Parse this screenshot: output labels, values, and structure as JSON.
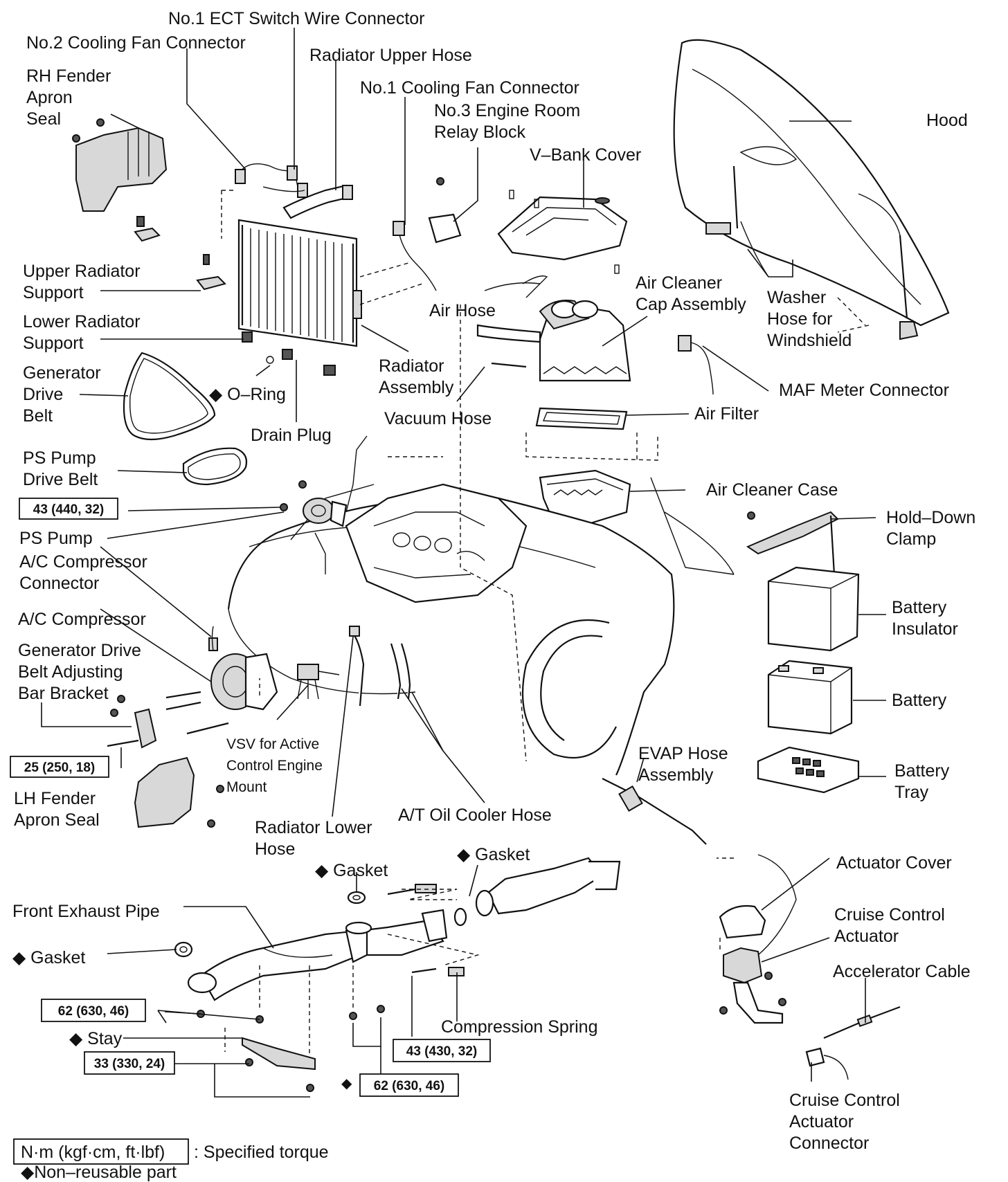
{
  "labels": {
    "ect_switch": "No.1 ECT Switch Wire Connector",
    "cooling_fan2": "No.2 Cooling Fan Connector",
    "radiator_upper_hose": "Radiator Upper Hose",
    "cooling_fan1": "No.1 Cooling Fan Connector",
    "relay_block_l1": "No.3 Engine Room",
    "relay_block_l2": "Relay Block",
    "vbank_cover": "V–Bank Cover",
    "hood": "Hood",
    "rh_fender_l1": "RH Fender",
    "rh_fender_l2": "Apron",
    "rh_fender_l3": "Seal",
    "upper_rad_support_l1": "Upper Radiator",
    "upper_rad_support_l2": "Support",
    "lower_rad_support_l1": "Lower Radiator",
    "lower_rad_support_l2": "Support",
    "gen_drive_belt_l1": "Generator",
    "gen_drive_belt_l2": "Drive",
    "gen_drive_belt_l3": "Belt",
    "o_ring": "◆ O–Ring",
    "drain_plug": "Drain Plug",
    "air_hose": "Air Hose",
    "radiator_assembly_l1": "Radiator",
    "radiator_assembly_l2": "Assembly",
    "air_cleaner_cap_l1": "Air Cleaner",
    "air_cleaner_cap_l2": "Cap Assembly",
    "washer_hose_l1": "Washer",
    "washer_hose_l2": "Hose for",
    "washer_hose_l3": "Windshield",
    "maf_connector": "MAF Meter Connector",
    "vacuum_hose": "Vacuum Hose",
    "air_filter": "Air Filter",
    "ps_pump_belt_l1": "PS Pump",
    "ps_pump_belt_l2": "Drive Belt",
    "air_cleaner_case": "Air Cleaner Case",
    "hold_down_clamp_l1": "Hold–Down",
    "hold_down_clamp_l2": "Clamp",
    "ps_pump": "PS Pump",
    "ac_comp_connector_l1": "A/C Compressor",
    "ac_comp_connector_l2": "Connector",
    "ac_compressor": "A/C Compressor",
    "battery_insulator_l1": "Battery",
    "battery_insulator_l2": "Insulator",
    "gen_bracket_l1": "Generator Drive",
    "gen_bracket_l2": "Belt Adjusting",
    "gen_bracket_l3": "Bar Bracket",
    "battery": "Battery",
    "vsv_l1": "VSV for Active",
    "vsv_l2": "Control Engine",
    "vsv_l3": "Mount",
    "evap_l1": "EVAP Hose",
    "evap_l2": "Assembly",
    "battery_tray_l1": "Battery",
    "battery_tray_l2": "Tray",
    "lh_fender_l1": "LH Fender",
    "lh_fender_l2": "Apron Seal",
    "at_oil_cooler": "A/T Oil Cooler Hose",
    "rad_lower_hose_l1": "Radiator Lower",
    "rad_lower_hose_l2": "Hose",
    "gasket_a": "◆ Gasket",
    "gasket_b": "◆ Gasket",
    "actuator_cover": "Actuator Cover",
    "cruise_actuator_l1": "Cruise Control",
    "cruise_actuator_l2": "Actuator",
    "front_exhaust_pipe": "Front Exhaust Pipe",
    "gasket_c": "◆ Gasket",
    "accelerator_cable": "Accelerator Cable",
    "compression_spring": "Compression Spring",
    "stay": "◆ Stay",
    "cruise_connector_l1": "Cruise Control",
    "cruise_connector_l2": "Actuator",
    "cruise_connector_l3": "Connector"
  },
  "torques": {
    "t1": "43 (440, 32)",
    "t2": "25 (250, 18)",
    "t3": "62 (630, 46)",
    "t4": "33 (330, 24)",
    "t5": "43 (430, 32)",
    "t6": "62 (630, 46)"
  },
  "legend": {
    "torque_unit": "N·m (kgf·cm, ft·lbf)",
    "torque_desc": ": Specified torque",
    "non_reusable": "◆Non–reusable part"
  }
}
